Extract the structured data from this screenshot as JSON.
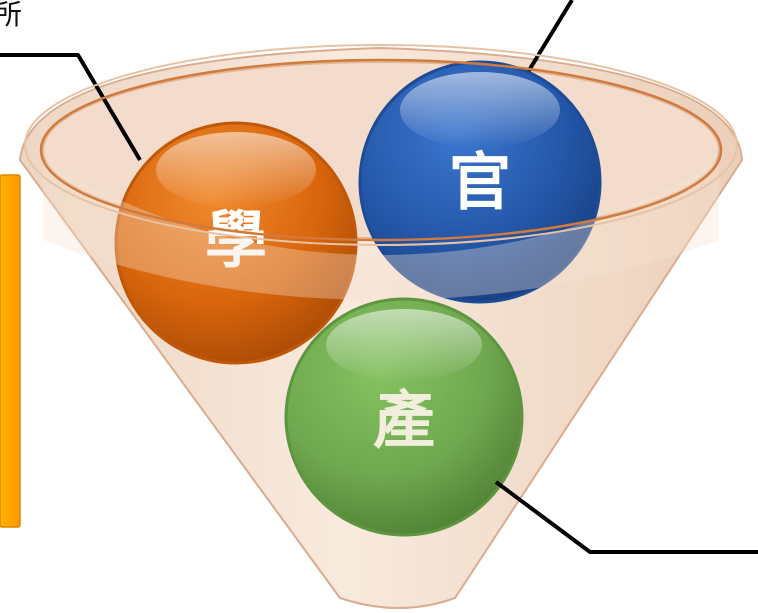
{
  "corner_text": "所",
  "circles": {
    "academia": {
      "label": "學",
      "color": "#D9650C"
    },
    "government": {
      "label": "官",
      "color": "#2457A9"
    },
    "industry": {
      "label": "產",
      "color": "#6FA84F"
    }
  },
  "colors": {
    "funnel_fill": "#F6E2D2",
    "funnel_stroke": "#D8A88A",
    "side_box": "#FFA200",
    "label_text": "#FFFFFF",
    "industry_label_text": "#F1EEDB",
    "connector": "#000000"
  }
}
